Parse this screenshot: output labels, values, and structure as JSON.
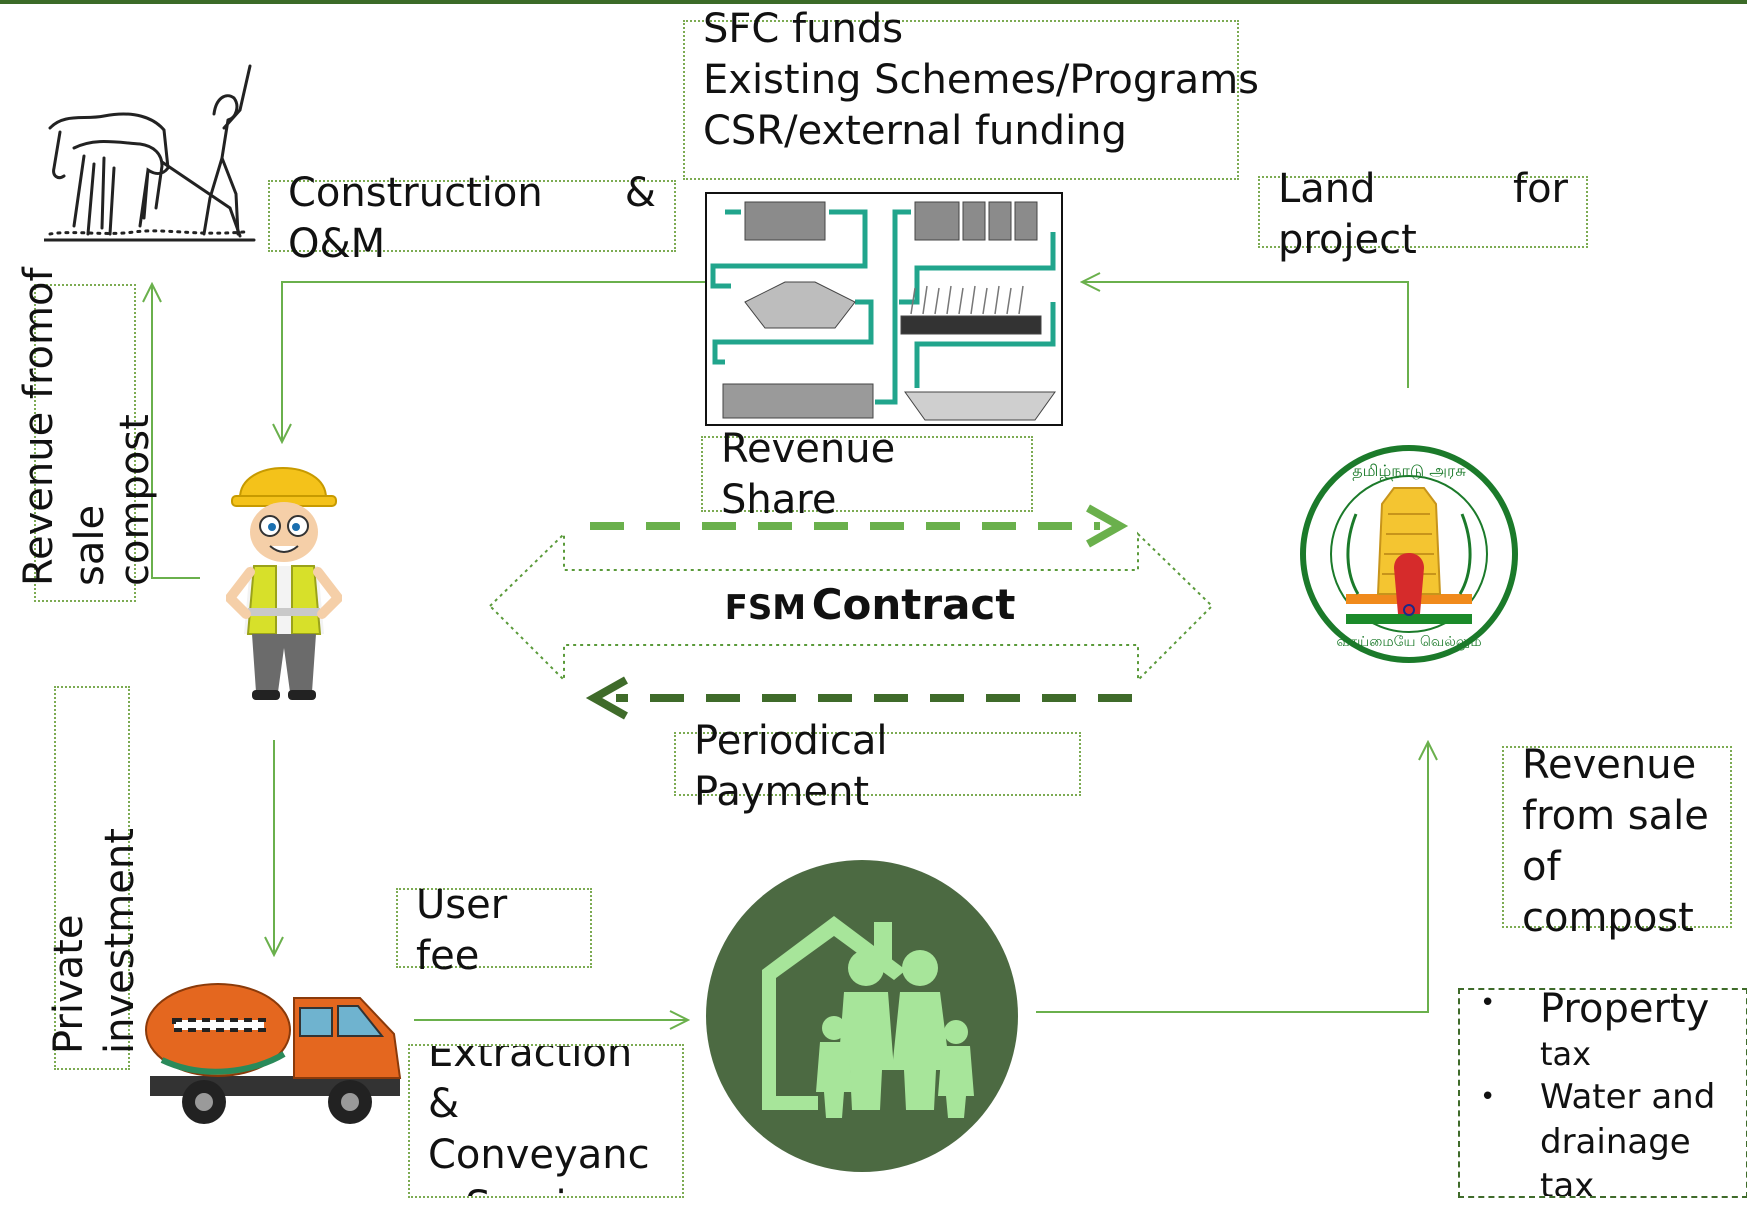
{
  "funding_sources": [
    "SFC funds",
    "Existing Schemes/Programs",
    "CSR/external funding"
  ],
  "construction_label": [
    "Construction",
    "&",
    "O&M"
  ],
  "land_label": [
    "Land",
    "for",
    "project"
  ],
  "revenue_share_label": [
    "Revenue",
    "Share"
  ],
  "contract_label": {
    "prefix": "FSM",
    "main": "Contract"
  },
  "periodical_payment_label": [
    "Periodical",
    "Payment"
  ],
  "user_fee_label": [
    "User",
    "fee"
  ],
  "extraction_label": [
    "Extraction",
    "&",
    "Conveyanc",
    "e Services"
  ],
  "revenue_compost_left": [
    "Revenue from",
    "of",
    "sale",
    "compost"
  ],
  "private_investment_label": [
    "Private",
    "investment"
  ],
  "revenue_compost_right": [
    "Revenue",
    "from sale",
    "of",
    "compost"
  ],
  "taxes": [
    "Property",
    "tax",
    "Water and",
    "drainage",
    "tax"
  ],
  "emblem_text": {
    "arc_top": "தமிழ்நாடு அரசு",
    "motto": "வாய்மையே வெல்லும்"
  },
  "colors": {
    "arrow_light": "#6ab04c",
    "arrow_dark": "#3f6b2a",
    "house_circle": "#4c6a42",
    "house_icon": "#a7e59a"
  }
}
